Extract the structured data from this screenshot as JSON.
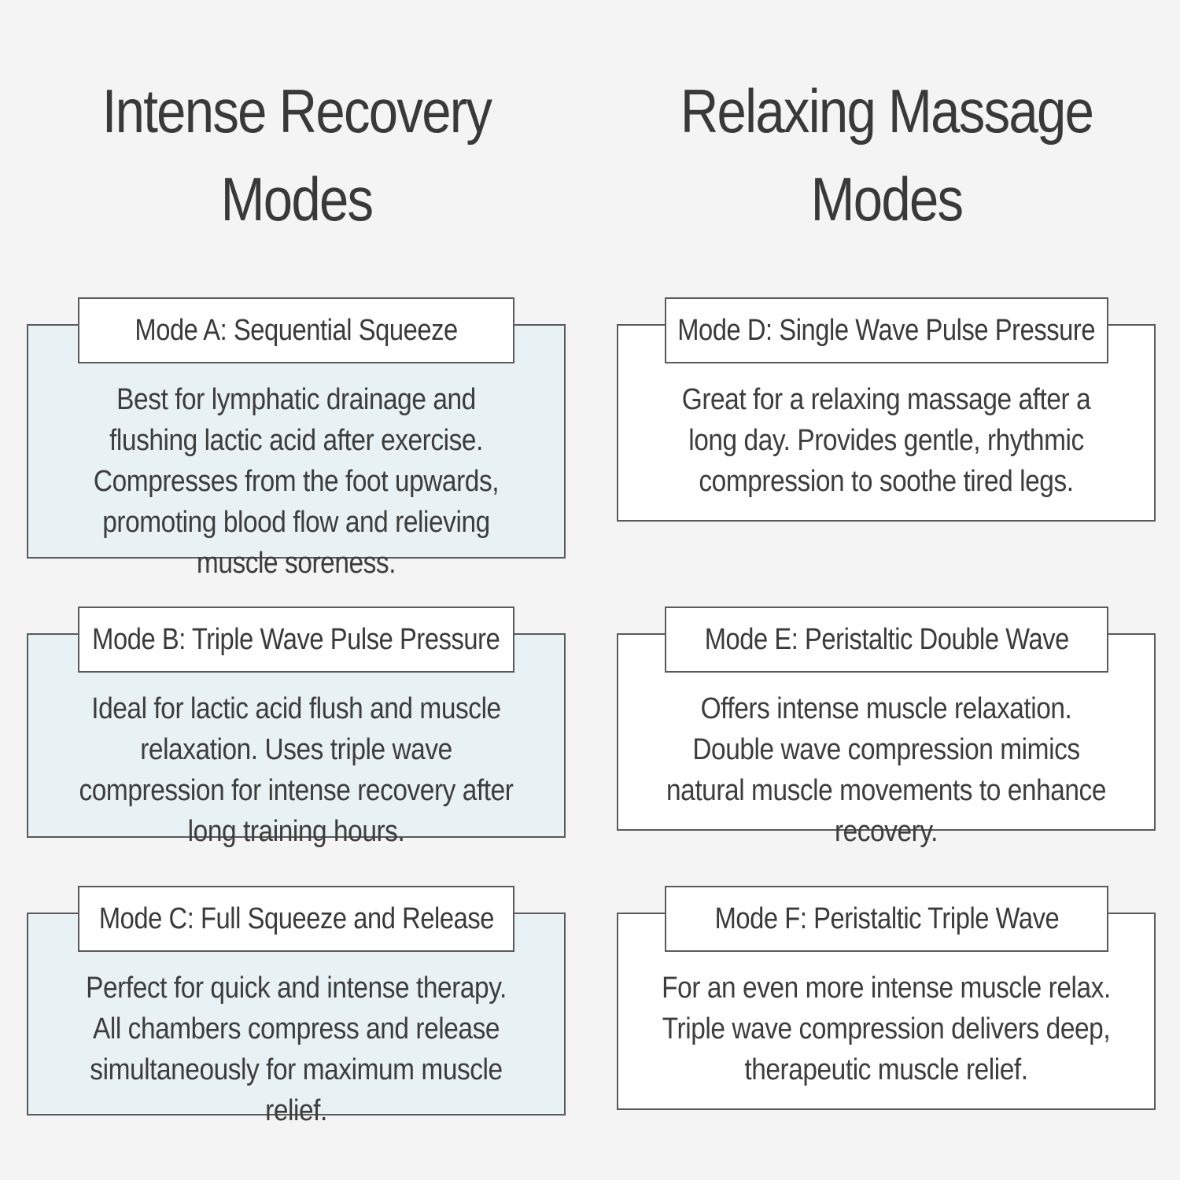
{
  "left_column": {
    "title_line1": "Intense Recovery",
    "title_line2": "Modes",
    "modes": [
      {
        "label": "Mode A: Sequential Squeeze",
        "description": "Best for lymphatic drainage and flushing lactic acid after exercise. Compresses from the foot upwards, promoting blood flow and relieving muscle soreness."
      },
      {
        "label": "Mode B: Triple Wave Pulse Pressure",
        "description": "Ideal for lactic acid flush and muscle relaxation. Uses triple wave compression for intense recovery after long training hours."
      },
      {
        "label": "Mode C: Full Squeeze and Release",
        "description": "Perfect for quick and intense therapy. All chambers compress and release simultaneously for maximum muscle relief."
      }
    ]
  },
  "right_column": {
    "title_line1": "Relaxing Massage",
    "title_line2": "Modes",
    "modes": [
      {
        "label": "Mode D: Single Wave Pulse Pressure",
        "description": "Great for a relaxing massage after a long day. Provides gentle, rhythmic compression to soothe tired legs."
      },
      {
        "label": "Mode E: Peristaltic Double Wave",
        "description": "Offers intense muscle relaxation. Double wave compression mimics natural muscle movements to enhance recovery."
      },
      {
        "label": "Mode F: Peristaltic Triple Wave",
        "description": "For an even more intense muscle relax. Triple wave compression delivers deep, therapeutic muscle relief."
      }
    ]
  },
  "colors": {
    "background": "#f4f4f4",
    "intense_card_fill": "#e8f1f3",
    "relaxing_card_fill": "#ffffff",
    "border": "#5a5a5a",
    "text": "#3d3d3d"
  }
}
